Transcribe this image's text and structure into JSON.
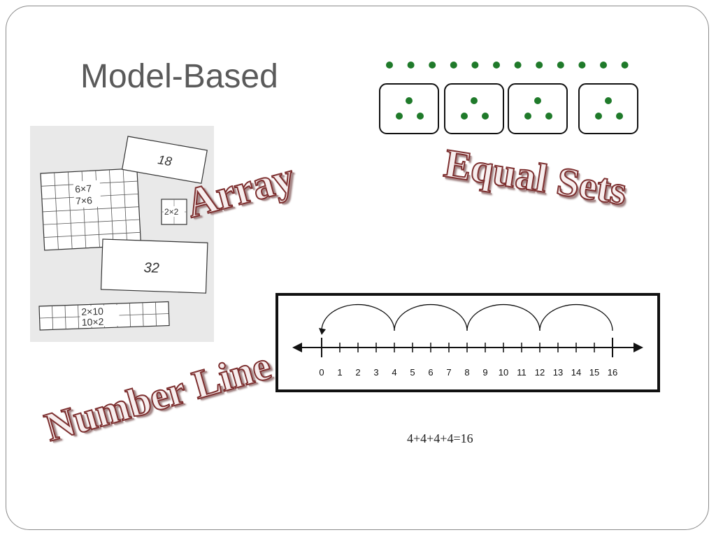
{
  "slide": {
    "title": "Model-Based",
    "labels": {
      "array": "Array",
      "equal_sets": "Equal Sets",
      "number_line": "Number Line"
    },
    "equation": "4+4+4+4=16"
  },
  "array_figure": {
    "grid_text": [
      "6×7",
      "7×6"
    ],
    "card_18": "18",
    "card_2x2": "2×2",
    "card_32": "32",
    "strip_text": [
      "2×10",
      "10×2"
    ]
  },
  "number_line": {
    "ticks": [
      "0",
      "1",
      "2",
      "3",
      "4",
      "5",
      "6",
      "7",
      "8",
      "9",
      "10",
      "11",
      "12",
      "13",
      "14",
      "15",
      "16"
    ],
    "jump_size": 4
  },
  "equal_sets": {
    "dot_count": 12,
    "groups": 4,
    "dots_per_group": 3,
    "dot_color": "#1f7a2a"
  },
  "colors": {
    "label_outline": "#7d2f2f",
    "title": "#5a5a5a"
  }
}
